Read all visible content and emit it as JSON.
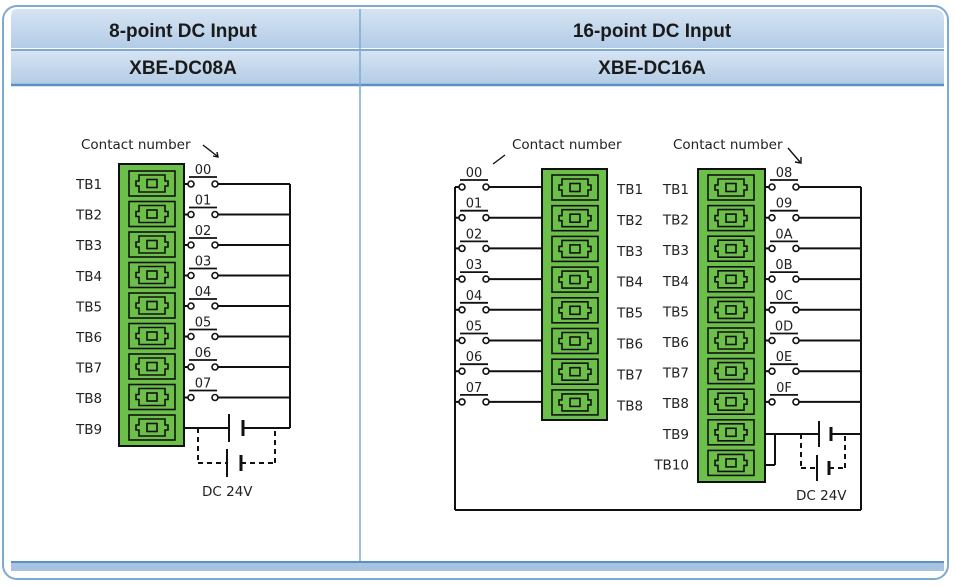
{
  "colors": {
    "header_bg": "#c5d8ed",
    "header_bg2": "#a7c3e0",
    "border": "#6f9cc9",
    "terminal_green": "#6cc04a"
  },
  "panels": [
    {
      "title": "8-point DC Input",
      "model": "XBE-DC08A",
      "contact_label": "Contact number",
      "terminals": [
        "TB1",
        "TB2",
        "TB3",
        "TB4",
        "TB5",
        "TB6",
        "TB7",
        "TB8",
        "TB9"
      ],
      "contacts": [
        "00",
        "01",
        "02",
        "03",
        "04",
        "05",
        "06",
        "07"
      ],
      "supply_label": "DC 24V"
    },
    {
      "title": "16-point DC Input",
      "model": "XBE-DC16A",
      "left_block": {
        "contact_label": "Contact number",
        "terminals": [
          "TB1",
          "TB2",
          "TB3",
          "TB4",
          "TB5",
          "TB6",
          "TB7",
          "TB8"
        ],
        "contacts": [
          "00",
          "01",
          "02",
          "03",
          "04",
          "05",
          "06",
          "07"
        ]
      },
      "right_block": {
        "contact_label": "Contact number",
        "terminals": [
          "TB1",
          "TB2",
          "TB3",
          "TB4",
          "TB5",
          "TB6",
          "TB7",
          "TB8",
          "TB9",
          "TB10"
        ],
        "contacts": [
          "08",
          "09",
          "0A",
          "0B",
          "0C",
          "0D",
          "0E",
          "0F"
        ]
      },
      "supply_label": "DC 24V"
    }
  ]
}
